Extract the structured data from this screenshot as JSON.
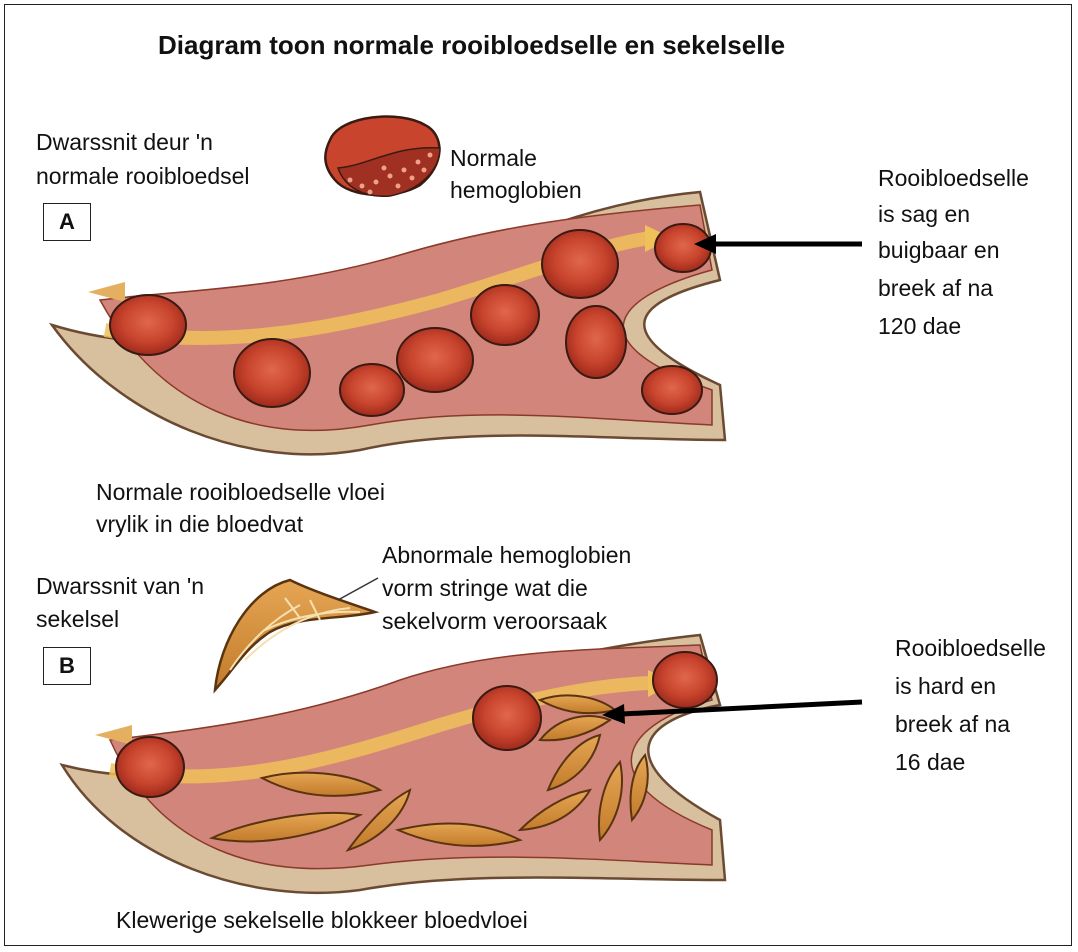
{
  "title": "Diagram toon normale rooibloedselle en sekelselle",
  "panel_a": {
    "letter": "A",
    "cross_section": [
      "Dwarssnit deur 'n",
      "normale rooibloedsel"
    ],
    "hemoglobin": [
      "Normale",
      "hemoglobien"
    ],
    "cell_props": [
      "Rooibloedselle",
      "is sag en",
      "buigbaar en",
      "breek af na",
      "120 dae"
    ],
    "flow": [
      "Normale rooibloedselle vloei",
      "vrylik in die bloedvat"
    ]
  },
  "panel_b": {
    "letter": "B",
    "cross_section": [
      "Dwarssnit van 'n",
      "sekelsel"
    ],
    "hemoglobin": [
      "Abnormale hemoglobien",
      "vorm stringe wat die",
      "sekelvorm veroorsaak"
    ],
    "cell_props": [
      "Rooibloedselle",
      "is hard en",
      "breek af na",
      "16 dae"
    ],
    "flow": [
      "Klewerige sekelselle blokkeer bloedvloei"
    ]
  },
  "colors": {
    "vessel_wall": "#d8bf9d",
    "vessel_lumen": "#d2857a",
    "blood_cell": "#c8442d",
    "sickle_cell": "#d7943e",
    "flow_arrow": "#f0c05a"
  }
}
